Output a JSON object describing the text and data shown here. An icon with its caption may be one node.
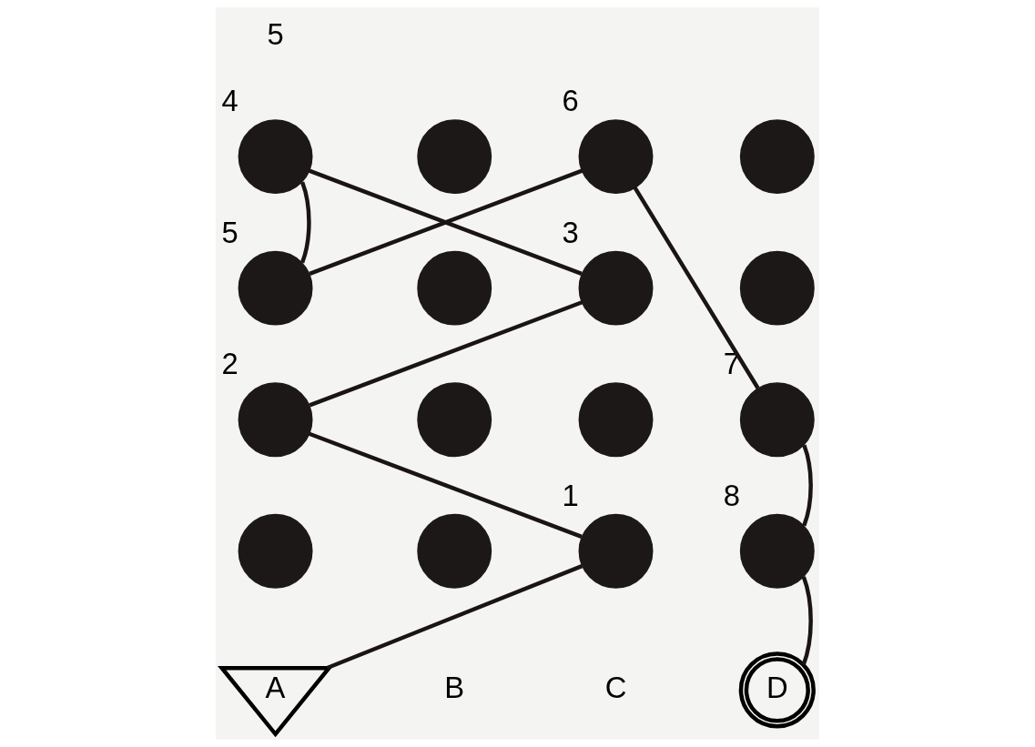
{
  "diagram": {
    "nodes": [
      {
        "text": [],
        "shape": "circle",
        "beside": [
          "4"
        ]
      },
      {
        "text": [],
        "shape": "circle"
      },
      {
        "text": [],
        "shape": "circle",
        "beside": [
          "6"
        ]
      },
      {
        "text": [],
        "shape": "circle"
      },
      {
        "text": [],
        "shape": "circle",
        "beside": [
          "5"
        ]
      },
      {
        "text": [],
        "shape": "circle"
      },
      {
        "text": [],
        "shape": "circle",
        "beside": [
          "3"
        ]
      },
      {
        "text": [],
        "shape": "circle"
      },
      {
        "text": [],
        "shape": "circle",
        "beside": [
          "2"
        ]
      },
      {
        "text": [],
        "shape": "circle"
      },
      {
        "text": [],
        "shape": "circle"
      },
      {
        "text": [],
        "shape": "circle",
        "beside": [
          "7"
        ]
      },
      {
        "text": [],
        "shape": "circle"
      },
      {
        "text": [],
        "shape": "circle"
      },
      {
        "text": [],
        "shape": "circle",
        "beside": [
          "1"
        ]
      },
      {
        "text": [],
        "shape": "circle",
        "beside": [
          "8"
        ]
      },
      {
        "text": [
          "A"
        ]
      },
      {
        "text": [
          "D"
        ]
      }
    ],
    "edges": [
      {
        "from": 16,
        "to": 14,
        "arrow": "none"
      },
      {
        "from": 14,
        "to": 8,
        "arrow": "none"
      },
      {
        "from": 8,
        "to": 6,
        "arrow": "none"
      },
      {
        "from": 6,
        "to": 0,
        "arrow": "none"
      },
      {
        "from": 0,
        "to": 4,
        "arrow": "none"
      },
      {
        "from": 4,
        "to": 2,
        "arrow": "none"
      },
      {
        "from": 2,
        "to": 11,
        "arrow": "none"
      },
      {
        "from": 11,
        "to": 15,
        "arrow": "none"
      },
      {
        "from": 15,
        "to": 17,
        "arrow": "none"
      }
    ],
    "labels": [
      "5",
      "B",
      "C"
    ]
  }
}
